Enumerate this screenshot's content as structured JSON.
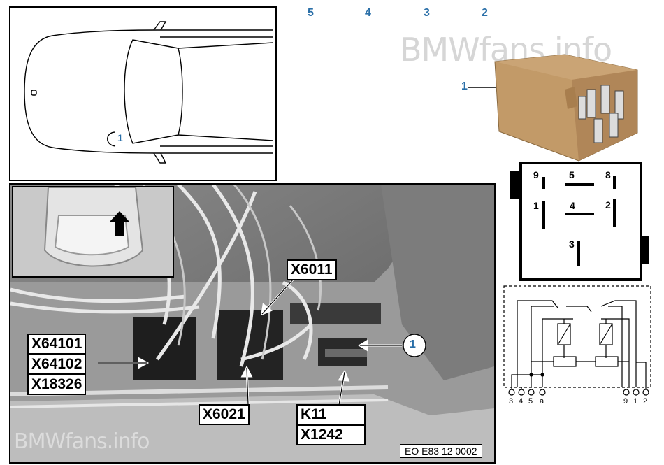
{
  "header_numbers": [
    "5",
    "4",
    "3",
    "2"
  ],
  "callout_relay": "1",
  "callout_car": "1",
  "callout_photo": "1",
  "watermark_top": "BMWfans.info",
  "watermark_bottom": "BMWfans.info",
  "connector_labels": {
    "x6011": "X6011",
    "x64101": "X64101",
    "x64102": "X64102",
    "x18326": "X18326",
    "x6021": "X6021",
    "k11": "K11",
    "x1242": "X1242"
  },
  "footer_code": "EO E83 12 0002",
  "pinout": {
    "p9": "9",
    "p5": "5",
    "p8": "8",
    "p1": "1",
    "p4": "4",
    "p2": "2",
    "p3": "3"
  },
  "circuit_terminals": [
    "3",
    "4",
    "5",
    "a",
    "9",
    "1",
    "2"
  ],
  "colors": {
    "callout_blue": "#2a6fa8",
    "relay_tan": "#c29a68"
  }
}
